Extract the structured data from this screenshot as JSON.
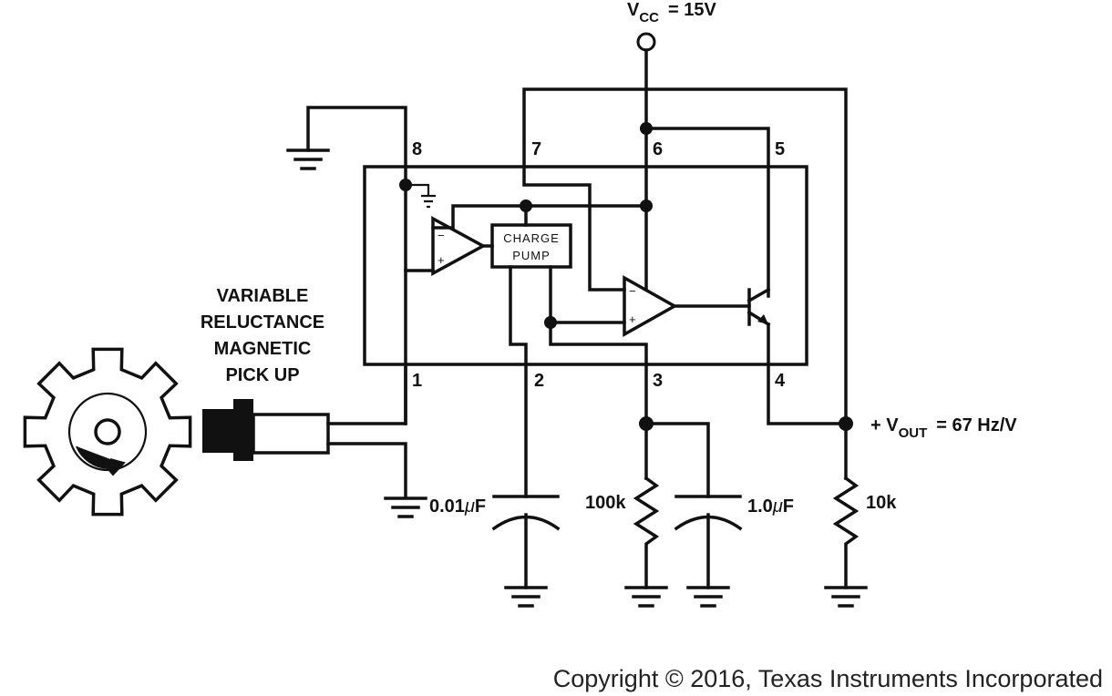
{
  "supply": {
    "label": "V",
    "sub": "CC",
    "value": "= 15V"
  },
  "pins": {
    "p1": "1",
    "p2": "2",
    "p3": "3",
    "p4": "4",
    "p5": "5",
    "p6": "6",
    "p7": "7",
    "p8": "8"
  },
  "charge_pump": {
    "line1": "CHARGE",
    "line2": "PUMP"
  },
  "opamp_signs": {
    "minus": "−",
    "plus": "+"
  },
  "pickup_label": [
    "VARIABLE",
    "RELUCTANCE",
    "MAGNETIC",
    "PICK UP"
  ],
  "components": {
    "c1": "0.01",
    "c1_unit": "F",
    "r1": "100k",
    "c2": "1.0",
    "c2_unit": "F",
    "r2": "10k",
    "mu": "μ"
  },
  "output": {
    "prefix": "+ V",
    "sub": "OUT",
    "value": "= 67 Hz/V"
  },
  "copyright": "Copyright © 2016, Texas Instruments Incorporated"
}
